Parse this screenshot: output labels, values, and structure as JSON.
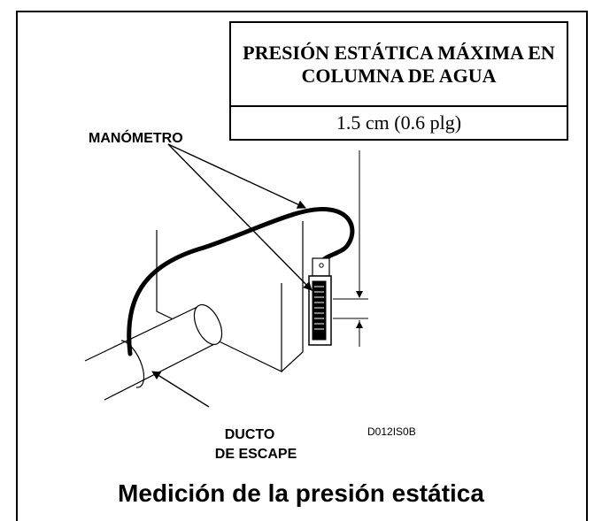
{
  "table": {
    "header": "PRESIÓN ESTÁTICA MÁXIMA EN COLUMNA DE AGUA",
    "value": "1.5 cm (0.6 plg)"
  },
  "labels": {
    "manometer": "MANÓMETRO",
    "duct_line1": "DUCTO",
    "duct_line2": "DE ESCAPE",
    "figure_code": "D012IS0B"
  },
  "caption": "Medición de la presión estática"
}
